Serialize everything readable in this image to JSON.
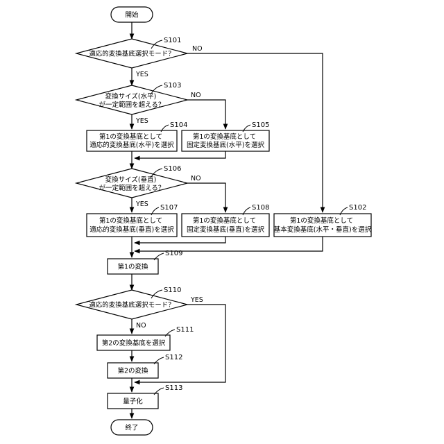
{
  "nodes": {
    "start": "開始",
    "d101": "適応的変換基底選択モード？",
    "d103": [
      "変換サイズ(水平)",
      "が一定範囲を超える？"
    ],
    "p104": [
      "第1の変換基底として",
      "適応的変換基底(水平)を選択"
    ],
    "p105": [
      "第1の変換基底として",
      "固定変換基底(水平)を選択"
    ],
    "d106": [
      "変換サイズ(垂直)",
      "が一定範囲を超える？"
    ],
    "p107": [
      "第1の変換基底として",
      "適応的変換基底(垂直)を選択"
    ],
    "p108": [
      "第1の変換基底として",
      "固定変換基底(垂直)を選択"
    ],
    "p102": [
      "第1の変換基底として",
      "基本変換基底(水平・垂直)を選択"
    ],
    "p109": "第1の変換",
    "d110": "適応的変換基底選択モード？",
    "p111": "第2の変換基底を選択",
    "p112": "第2の変換",
    "p113": "量子化",
    "end": "終了"
  },
  "steps": {
    "s101": "S101",
    "s102": "S102",
    "s103": "S103",
    "s104": "S104",
    "s105": "S105",
    "s106": "S106",
    "s107": "S107",
    "s108": "S108",
    "s109": "S109",
    "s110": "S110",
    "s111": "S111",
    "s112": "S112",
    "s113": "S113"
  },
  "branches": {
    "d101_no": "NO",
    "d101_yes": "YES",
    "d103_no": "NO",
    "d103_yes": "YES",
    "d106_no": "NO",
    "d106_yes": "YES",
    "d110_yes": "YES",
    "d110_no": "NO"
  }
}
